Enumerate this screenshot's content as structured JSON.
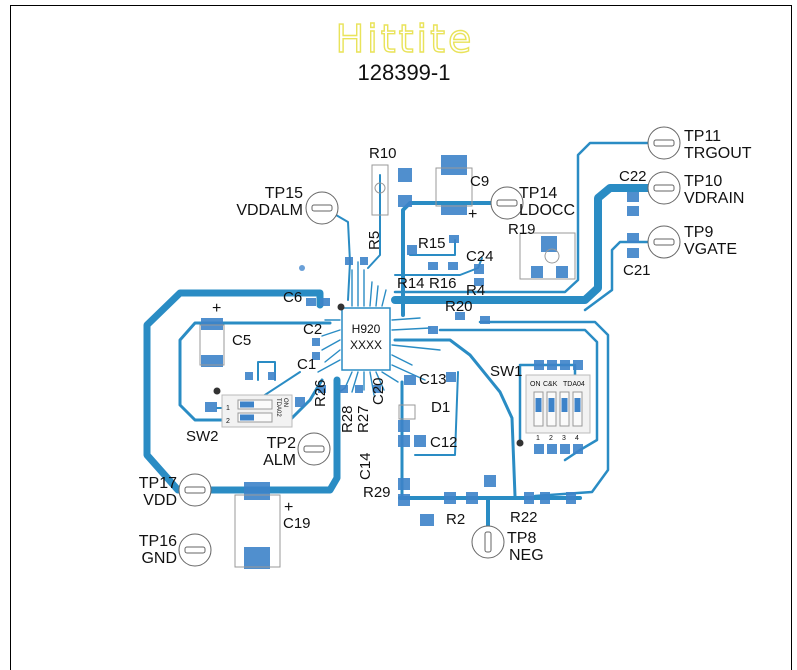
{
  "board": {
    "logo": "Hittite",
    "part_number": "128399-1",
    "ic_label_top": "H920",
    "ic_label_bottom": "XXXX"
  },
  "components": {
    "R10": "R10",
    "C9": "C9",
    "R5": "R5",
    "R15": "R15",
    "C24": "C24",
    "R19": "R19",
    "R14": "R14",
    "R16": "R16",
    "R4": "R4",
    "R20": "R20",
    "C6": "C6",
    "C5": "C5",
    "C2": "C2",
    "C1": "C1",
    "C13": "C13",
    "D1": "D1",
    "C12": "C12",
    "C14": "C14",
    "R26": "R26",
    "R28": "R28",
    "R27": "R27",
    "C20": "C20",
    "R29": "R29",
    "R2": "R2",
    "R22": "R22",
    "C19": "C19",
    "SW1": "SW1",
    "SW2": "SW2",
    "C22": "C22",
    "C21": "C21"
  },
  "test_points": {
    "tp11": {
      "id": "TP11",
      "name": "TRGOUT"
    },
    "tp10": {
      "id": "TP10",
      "name": "VDRAIN"
    },
    "tp9": {
      "id": "TP9",
      "name": "VGATE"
    },
    "tp14": {
      "id": "TP14",
      "name": "LDOCC"
    },
    "tp15": {
      "id": "TP15",
      "name": "VDDALM"
    },
    "tp2": {
      "id": "TP2",
      "name": "ALM"
    },
    "tp17": {
      "id": "TP17",
      "name": "VDD"
    },
    "tp16": {
      "id": "TP16",
      "name": "GND"
    },
    "tp8": {
      "id": "TP8",
      "name": "NEG"
    }
  },
  "polarity_marks": {
    "c5": "+",
    "c9": "+",
    "c19": "+"
  },
  "sw1_silk": {
    "on": "ON",
    "brand": "C&K",
    "model": "TDA04",
    "pos1": "1",
    "pos2": "2",
    "pos3": "3",
    "pos4": "4"
  },
  "sw2_silk": {
    "on": "ON",
    "model": "TDA02",
    "pos1": "1",
    "pos2": "2"
  },
  "colors": {
    "trace": "#2a8cc4",
    "pad": "#3d83c9",
    "silkscreen": "#111111",
    "logo": "#e9e35a"
  }
}
